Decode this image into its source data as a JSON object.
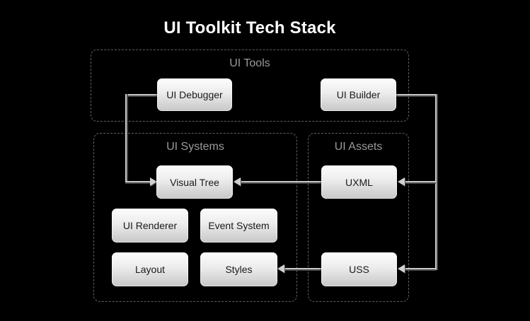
{
  "title": "UI Toolkit Tech Stack",
  "groups": [
    {
      "label": "UI Tools",
      "nodes": [
        "UI Debugger",
        "UI Builder"
      ]
    },
    {
      "label": "UI Systems",
      "nodes": [
        "Visual Tree",
        "UI Renderer",
        "Event System",
        "Layout",
        "Styles"
      ]
    },
    {
      "label": "UI Assets",
      "nodes": [
        "UXML",
        "USS"
      ]
    }
  ],
  "nodes": [
    {
      "id": "ui-debugger",
      "label": "UI Debugger"
    },
    {
      "id": "ui-builder",
      "label": "UI Builder"
    },
    {
      "id": "visual-tree",
      "label": "Visual Tree"
    },
    {
      "id": "uxml",
      "label": "UXML"
    },
    {
      "id": "ui-renderer",
      "label": "UI Renderer"
    },
    {
      "id": "event-system",
      "label": "Event System"
    },
    {
      "id": "layout",
      "label": "Layout"
    },
    {
      "id": "styles",
      "label": "Styles"
    },
    {
      "id": "uss",
      "label": "USS"
    }
  ],
  "edges": [
    {
      "from": "UI Debugger",
      "to": "Visual Tree"
    },
    {
      "from": "UI Builder",
      "to": "UXML"
    },
    {
      "from": "UI Builder",
      "to": "USS"
    },
    {
      "from": "UXML",
      "to": "Visual Tree"
    },
    {
      "from": "USS",
      "to": "Styles"
    }
  ],
  "colors": {
    "background": "#000000",
    "title": "#ffffff",
    "group_label": "#9a9a9a",
    "dashed_border": "#5f5f5f",
    "node_gradient_top": "#fdfdfd",
    "node_gradient_bottom": "#c7c7c7",
    "node_text": "#1a1a1a",
    "connector": "#c9c9c9"
  }
}
